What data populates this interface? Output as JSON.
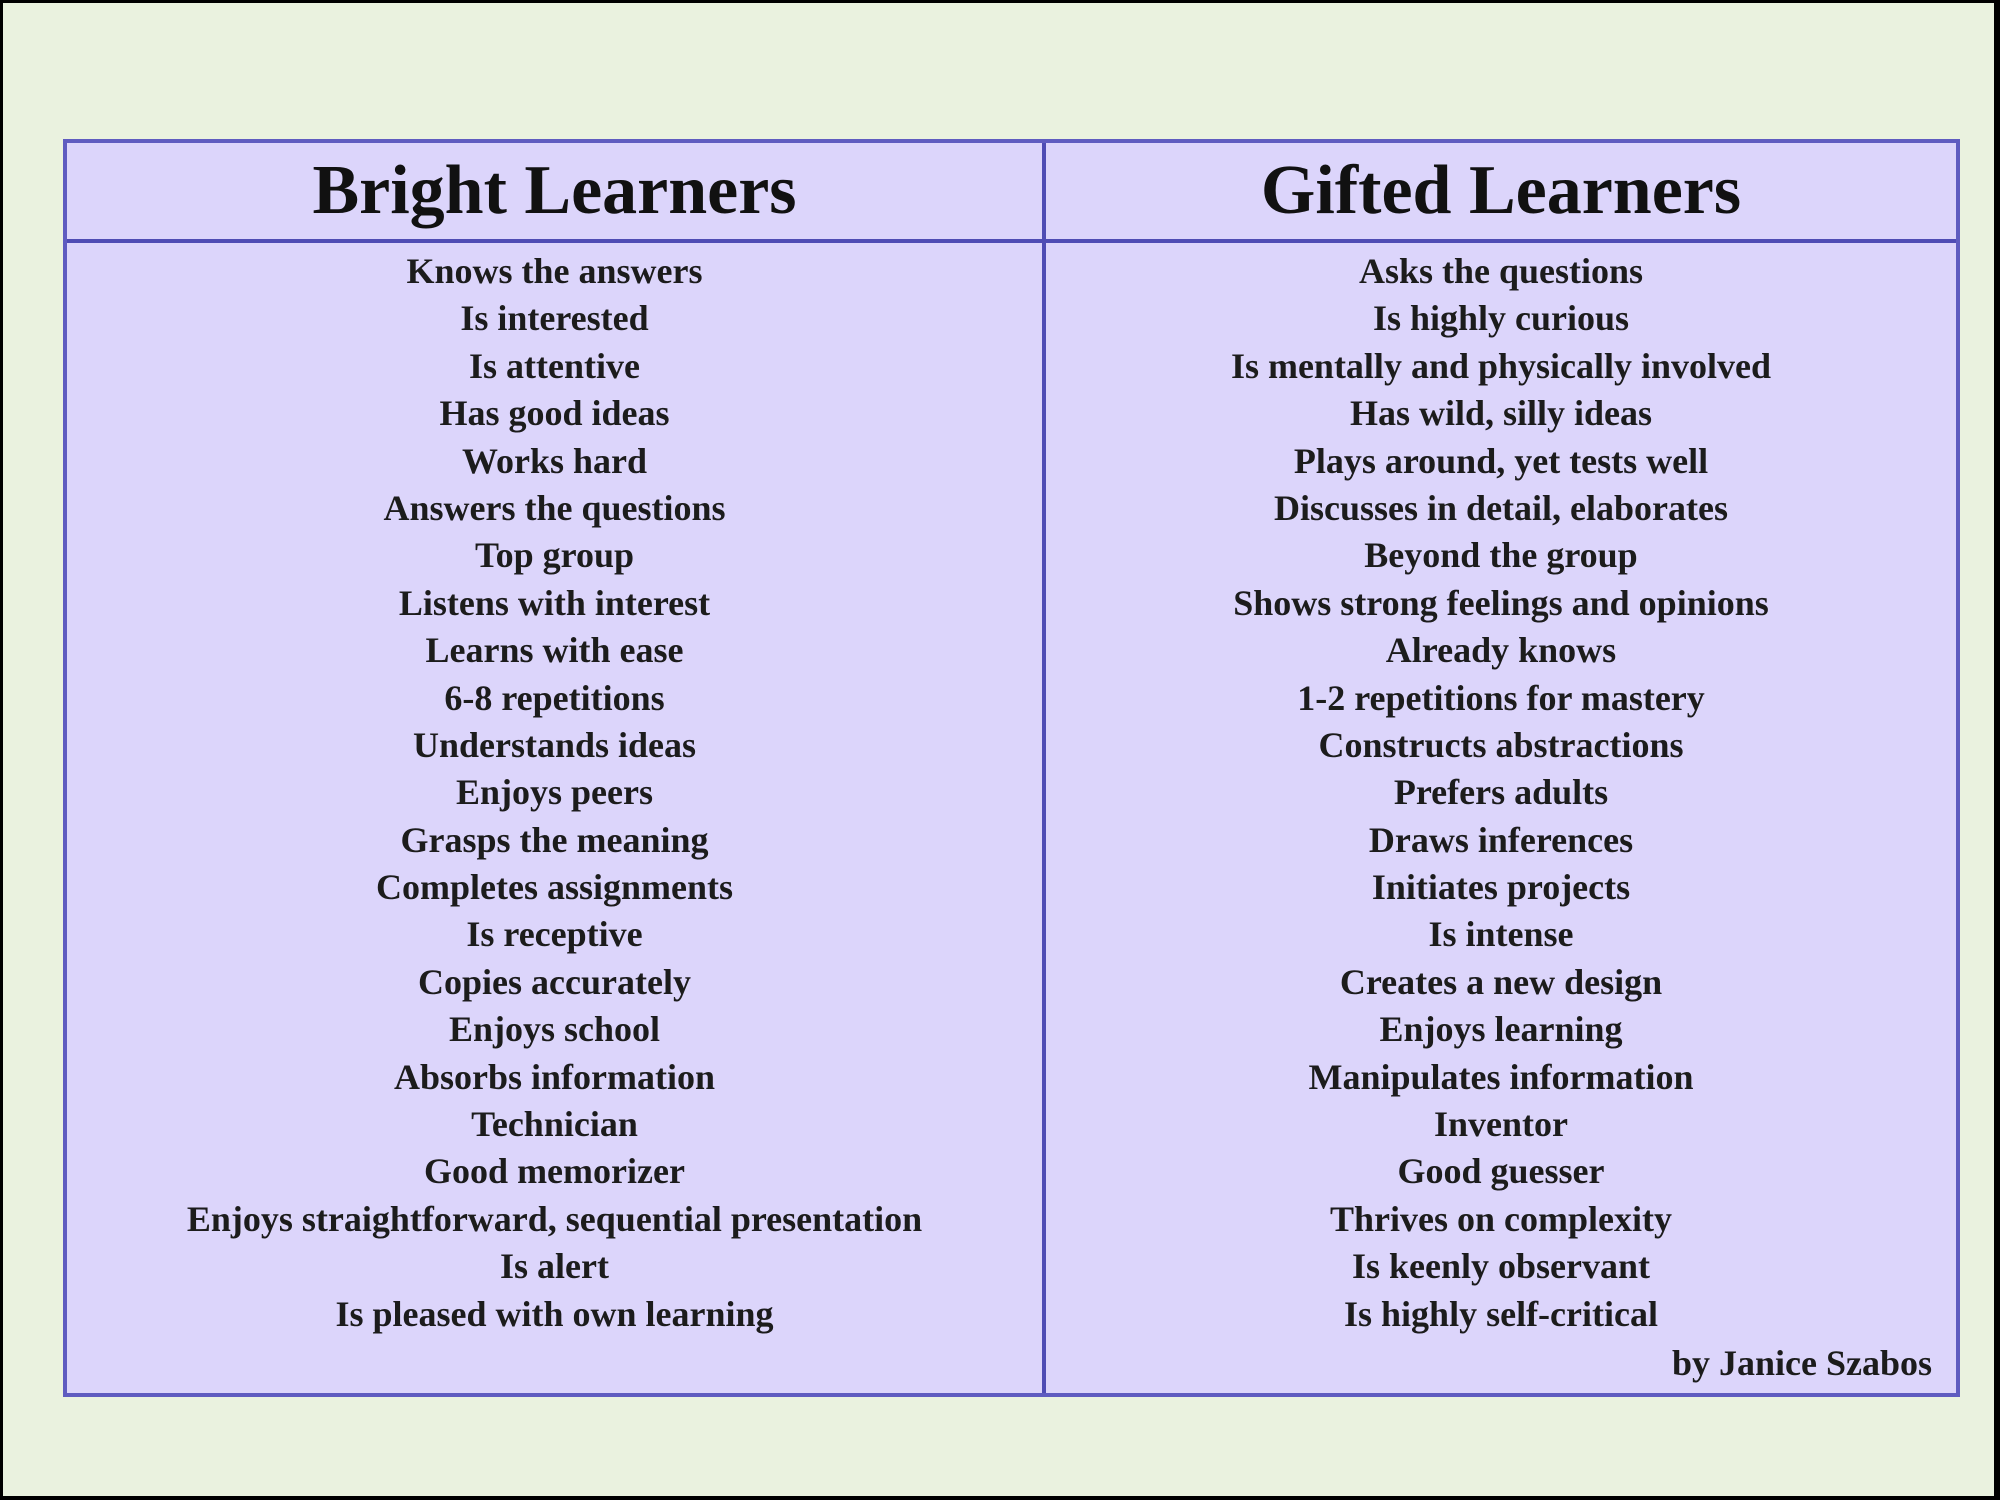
{
  "colors": {
    "page_background": "#eaf2df",
    "table_background": "#dcd5fb",
    "table_border": "#5f5cc0",
    "text": "#1c1c1c"
  },
  "table": {
    "columns": [
      {
        "header": "Bright Learners",
        "items": [
          "Knows the answers",
          "Is interested",
          "Is attentive",
          "Has good ideas",
          "Works hard",
          "Answers the questions",
          "Top group",
          "Listens with interest",
          "Learns with ease",
          "6-8 repetitions",
          "Understands ideas",
          "Enjoys peers",
          "Grasps the meaning",
          "Completes assignments",
          "Is receptive",
          "Copies accurately",
          "Enjoys school",
          "Absorbs information",
          "Technician",
          "Good memorizer",
          "Enjoys straightforward, sequential presentation",
          "Is alert",
          "Is pleased with own learning"
        ]
      },
      {
        "header": "Gifted Learners",
        "items": [
          "Asks the questions",
          "Is highly curious",
          "Is mentally and physically involved",
          "Has wild, silly ideas",
          "Plays around, yet tests well",
          "Discusses in detail, elaborates",
          "Beyond the group",
          "Shows strong feelings and opinions",
          "Already knows",
          "1-2 repetitions for mastery",
          "Constructs abstractions",
          "Prefers adults",
          "Draws inferences",
          "Initiates projects",
          "Is intense",
          "Creates a new design",
          "Enjoys learning",
          "Manipulates information",
          "Inventor",
          "Good guesser",
          "Thrives on complexity",
          "Is keenly observant",
          "Is highly self-critical"
        ]
      }
    ],
    "credit": "by Janice Szabos"
  }
}
